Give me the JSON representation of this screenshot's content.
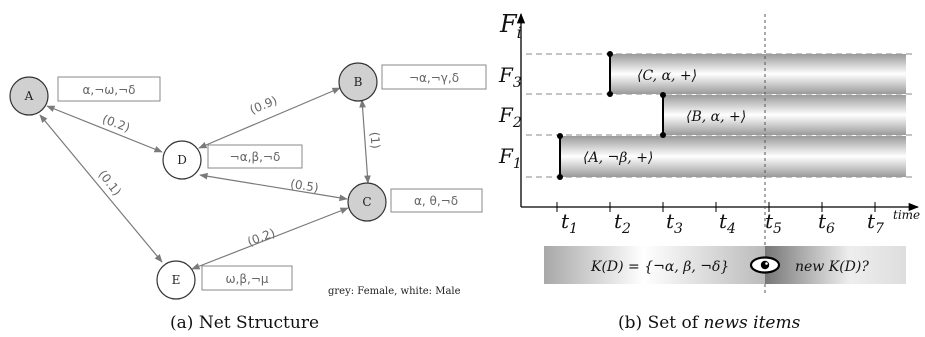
{
  "network": {
    "nodes": [
      {
        "id": "A",
        "label": "A",
        "tag": "α,¬ω,¬δ",
        "grey": true
      },
      {
        "id": "B",
        "label": "B",
        "tag": "¬α,¬γ,δ",
        "grey": true
      },
      {
        "id": "C",
        "label": "C",
        "tag": "α, θ,¬δ",
        "grey": true
      },
      {
        "id": "D",
        "label": "D",
        "tag": "¬α,β,¬δ",
        "grey": false
      },
      {
        "id": "E",
        "label": "E",
        "tag": "ω,β,¬μ",
        "grey": false
      }
    ],
    "edges": [
      {
        "from": "A",
        "to": "D",
        "weight": "(0.2)"
      },
      {
        "from": "A",
        "to": "E",
        "weight": "(0.1)"
      },
      {
        "from": "D",
        "to": "B",
        "weight": "(0.9)"
      },
      {
        "from": "B",
        "to": "C",
        "weight": "(1)"
      },
      {
        "from": "D",
        "to": "C",
        "weight": "(0.5)"
      },
      {
        "from": "E",
        "to": "C",
        "weight": "(0.2)"
      }
    ],
    "legend": "grey: Female, white: Male"
  },
  "timeline": {
    "y_axis": {
      "base": "F",
      "sub": "i"
    },
    "rows": [
      {
        "base": "F",
        "sub": "1",
        "item": "⟨A, ¬β, +⟩",
        "start": "t1"
      },
      {
        "base": "F",
        "sub": "2",
        "item": "⟨B, α, +⟩",
        "start": "t3"
      },
      {
        "base": "F",
        "sub": "3",
        "item": "⟨C, α, +⟩",
        "start": "t2"
      }
    ],
    "ticks": [
      {
        "base": "t",
        "sub": "1"
      },
      {
        "base": "t",
        "sub": "2"
      },
      {
        "base": "t",
        "sub": "3"
      },
      {
        "base": "t",
        "sub": "4"
      },
      {
        "base": "t",
        "sub": "5"
      },
      {
        "base": "t",
        "sub": "6"
      },
      {
        "base": "t",
        "sub": "7"
      }
    ],
    "x_label": "time",
    "marker_tick": "t5",
    "kd_current": "K(D) = {¬α, β, ¬δ}",
    "kd_new": "new K(D)?"
  },
  "captions": {
    "left_tag": "(a)",
    "left_text": "Net Structure",
    "right_tag": "(b)",
    "right_text": "Set of ",
    "right_italic": "news items"
  }
}
